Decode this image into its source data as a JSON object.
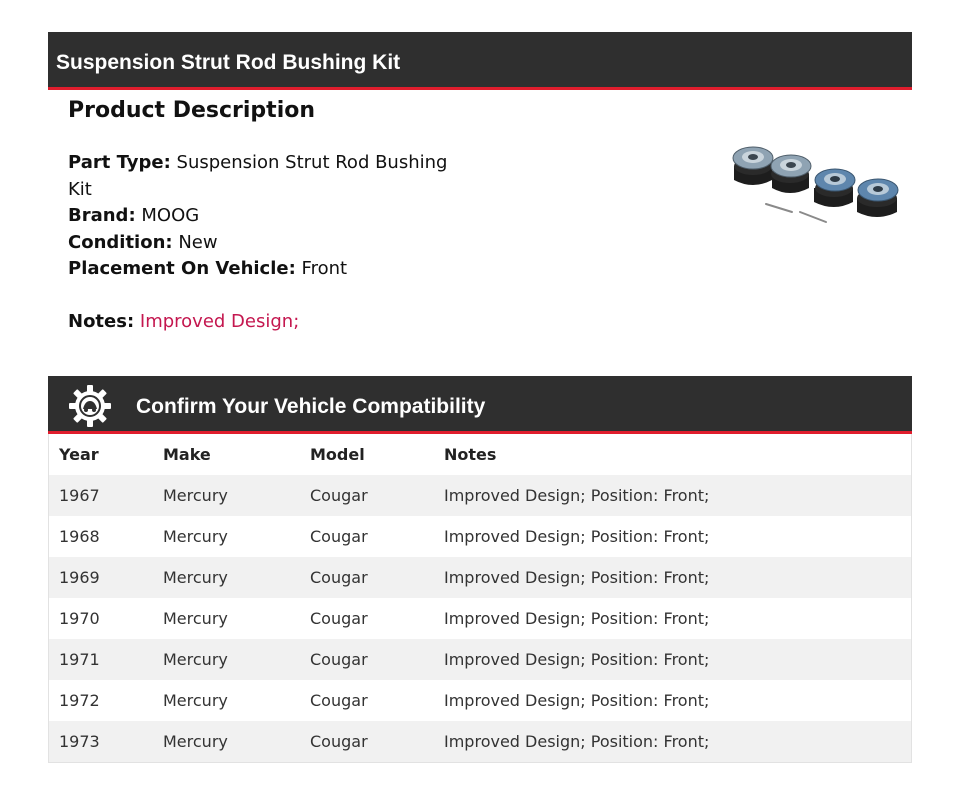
{
  "header": {
    "title": "Suspension Strut Rod Bushing Kit"
  },
  "description": {
    "heading": "Product Description",
    "specs": [
      {
        "label": "Part Type:",
        "value": "Suspension Strut Rod Bushing Kit"
      },
      {
        "label": "Brand:",
        "value": "MOOG"
      },
      {
        "label": "Condition:",
        "value": "New"
      },
      {
        "label": "Placement On Vehicle:",
        "value": "Front"
      }
    ],
    "notes": {
      "label": "Notes:",
      "value": "Improved Design;"
    },
    "image_icon": "bushing-kit-image"
  },
  "compatibility": {
    "title": "Confirm Your Vehicle Compatibility",
    "icon": "gear-car-icon",
    "columns": [
      "Year",
      "Make",
      "Model",
      "Notes"
    ],
    "rows": [
      [
        "1967",
        "Mercury",
        "Cougar",
        "Improved Design; Position: Front;"
      ],
      [
        "1968",
        "Mercury",
        "Cougar",
        "Improved Design; Position: Front;"
      ],
      [
        "1969",
        "Mercury",
        "Cougar",
        "Improved Design; Position: Front;"
      ],
      [
        "1970",
        "Mercury",
        "Cougar",
        "Improved Design; Position: Front;"
      ],
      [
        "1971",
        "Mercury",
        "Cougar",
        "Improved Design; Position: Front;"
      ],
      [
        "1972",
        "Mercury",
        "Cougar",
        "Improved Design; Position: Front;"
      ],
      [
        "1973",
        "Mercury",
        "Cougar",
        "Improved Design; Position: Front;"
      ]
    ]
  },
  "colors": {
    "bar": "#2f2f2f",
    "accent": "#e01d2d",
    "notes": "#c4174f",
    "row_alt": "#f1f1f1"
  }
}
